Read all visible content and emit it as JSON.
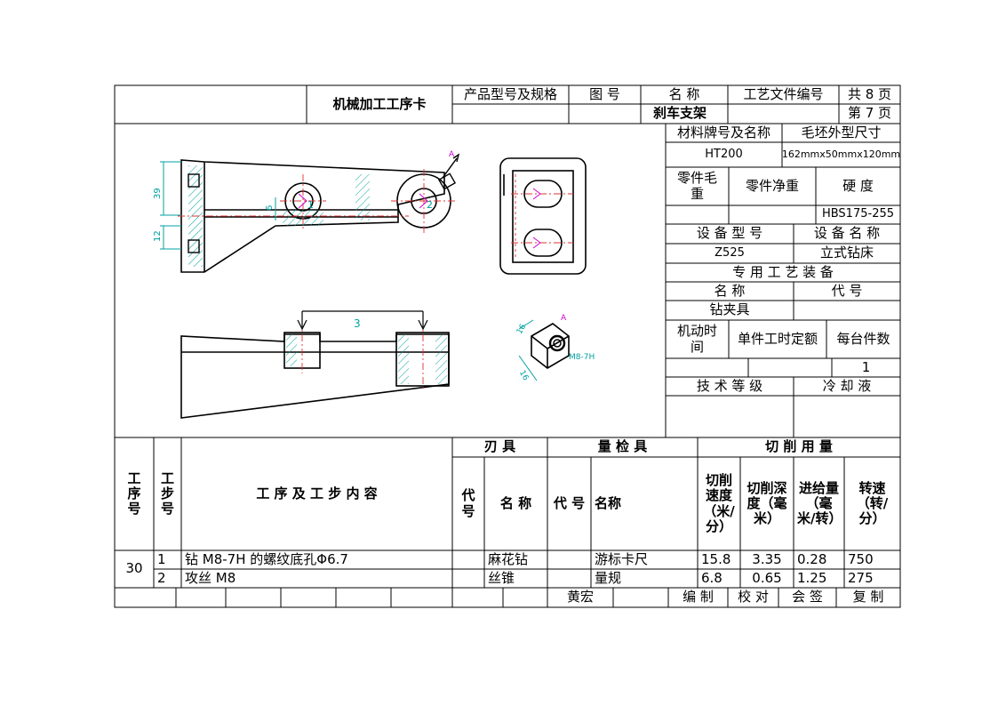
{
  "header": {
    "card_title": "机械加工工序卡",
    "product_model_label": "产品型号及规格",
    "drawing_no_label": "图    号",
    "name_label": "名    称",
    "doc_no_label": "工艺文件编号",
    "total_pages": "共 8 页",
    "part_name": "刹车支架",
    "page_no": "第 7 页"
  },
  "info": {
    "material_label": "材料牌号及名称",
    "blank_size_label": "毛坯外型尺寸",
    "material_value": "HT200",
    "blank_size_value": "162mmx50mmx120mm",
    "blank_weight_label": "零件毛重",
    "net_weight_label": "零件净重",
    "hardness_label": "硬  度",
    "hardness_value": "HBS175-255",
    "equipment_model_label": "设 备 型 号",
    "equipment_name_label": "设 备 名 称",
    "equipment_model_value": "Z525",
    "equipment_name_value": "立式钻床",
    "fixture_header": "专 用 工 艺 装 备",
    "fixture_name_label": "名    称",
    "fixture_code_label": "代    号",
    "fixture_name_value": "钻夹具",
    "machine_time_label": "机动时间",
    "unit_time_label": "单件工时定额",
    "pieces_label": "每台件数",
    "pieces_value": "1",
    "tech_level_label": "技 术 等 级",
    "coolant_label": "冷  却  液"
  },
  "drawing": {
    "dims": [
      "39",
      "12",
      "6",
      "3",
      "16",
      "16",
      "M8-7H"
    ],
    "markers": [
      "A",
      "1",
      "2",
      "A"
    ]
  },
  "table": {
    "headers": {
      "op_no": "工序号",
      "step_no": "工步号",
      "content": "工  序  及  工  步  内  容",
      "cutter": "刃    具",
      "gauge": "量 检 具",
      "cutting": "切    削    用    量",
      "cutter_code": "代号",
      "cutter_name": "名 称",
      "gauge_code": "代 号",
      "gauge_name": "名称",
      "speed": "切削速度（米/分）",
      "depth": "切削深度（毫米）",
      "feed": "进给量（毫米/转）",
      "rpm": "转速（转/分）"
    },
    "op_no": "30",
    "rows": [
      {
        "step": "1",
        "content": "钻 M8-7H 的螺纹底孔Φ6.7",
        "cutter": "麻花钻",
        "gauge": "游标卡尺",
        "speed": "15.8",
        "depth": "3.35",
        "feed": "0.28",
        "rpm": "750"
      },
      {
        "step": "2",
        "content": "攻丝 M8",
        "cutter": "丝锥",
        "gauge": "量规",
        "speed": "6.8",
        "depth": "0.65",
        "feed": "1.25",
        "rpm": "275"
      }
    ]
  },
  "footer": {
    "author": "黄宏",
    "compile": "编  制",
    "check": "校 对",
    "countersign": "会 签",
    "copy": "复  制"
  }
}
